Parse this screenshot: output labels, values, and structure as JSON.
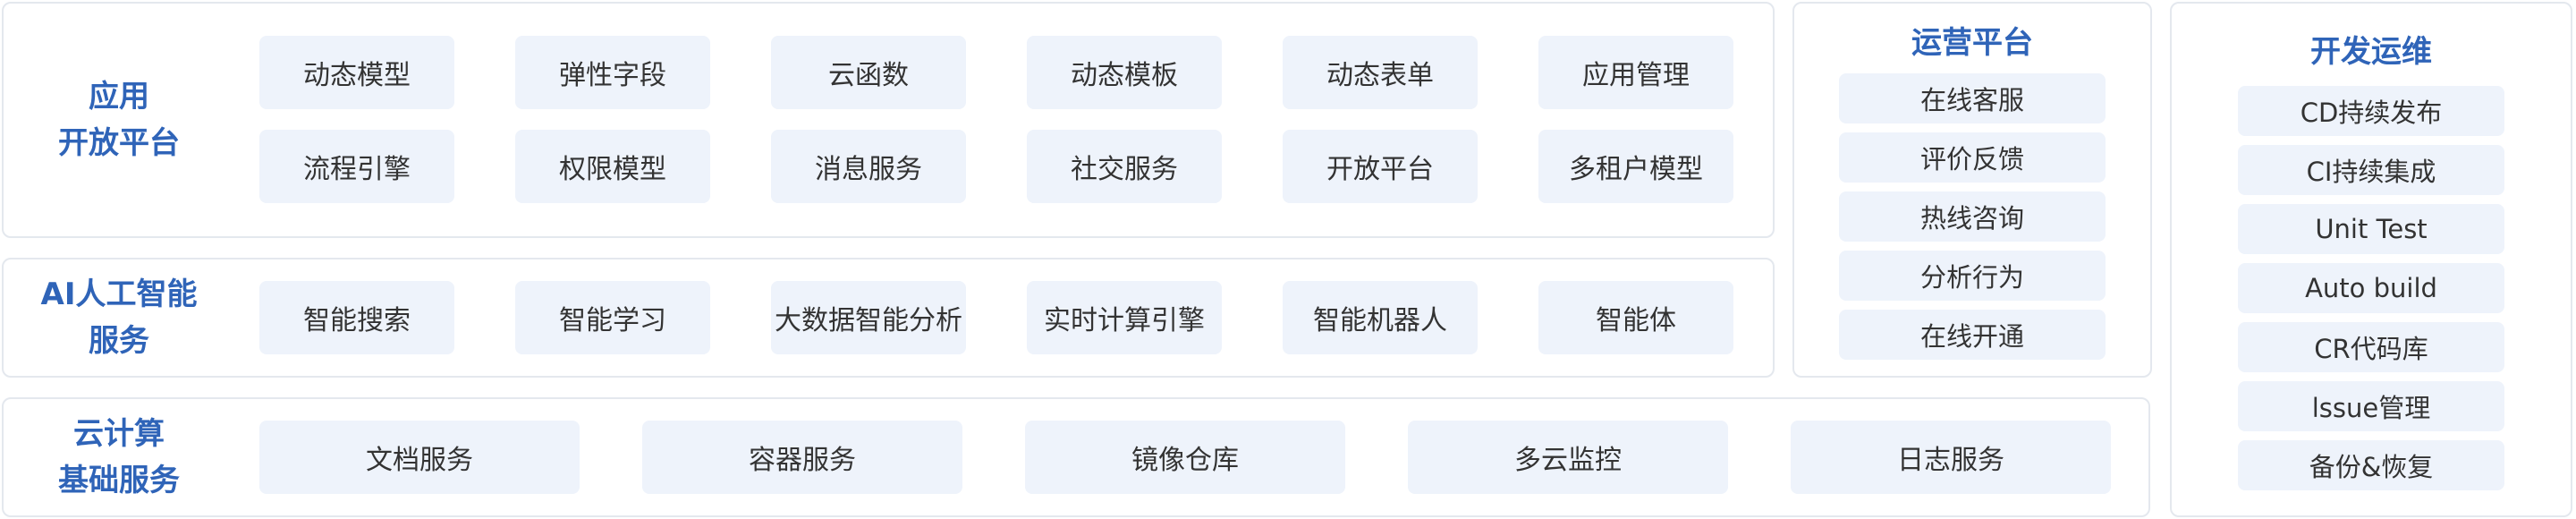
{
  "app_open_platform": {
    "title_line1": "应用",
    "title_line2": "开放平台",
    "items": [
      "动态模型",
      "弹性字段",
      "云函数",
      "动态模板",
      "动态表单",
      "应用管理",
      "流程引擎",
      "权限模型",
      "消息服务",
      "社交服务",
      "开放平台",
      "多租户模型"
    ]
  },
  "ai_services": {
    "title_line1": "AI人工智能",
    "title_line2": "服务",
    "items": [
      "智能搜索",
      "智能学习",
      "大数据智能分析",
      "实时计算引擎",
      "智能机器人",
      "智能体"
    ]
  },
  "cloud_computing": {
    "title_line1": "云计算",
    "title_line2": "基础服务",
    "items": [
      "文档服务",
      "容器服务",
      "镜像仓库",
      "多云监控",
      "日志服务"
    ]
  },
  "operations_platform": {
    "title": "运营平台",
    "items": [
      "在线客服",
      "评价反馈",
      "热线咨询",
      "分析行为",
      "在线开通"
    ]
  },
  "devops": {
    "title": "开发运维",
    "items": [
      "CD持续发布",
      "CI持续集成",
      "Unit Test",
      "Auto build",
      "CR代码库",
      "lssue管理",
      "备份&恢复"
    ]
  }
}
